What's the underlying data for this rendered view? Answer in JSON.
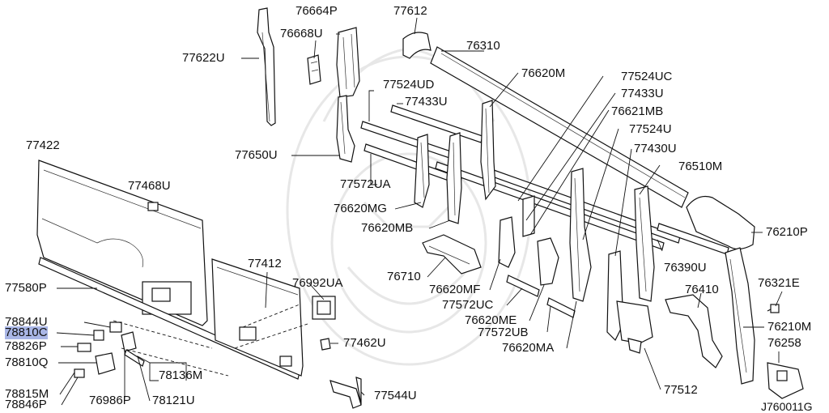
{
  "diagram": {
    "labels": {
      "p77622U": "77622U",
      "p76668U": "76668U",
      "p76664P": "76664P",
      "p77612": "77612",
      "p76310": "76310",
      "p76620M": "76620M",
      "p77524UC": "77524UC",
      "p77524UD": "77524UD",
      "p77433U_a": "77433U",
      "p77433U_b": "77433U",
      "p76621MB": "76621MB",
      "p77524U": "77524U",
      "p77430U": "77430U",
      "p76510M": "76510M",
      "p77650U": "77650U",
      "p77422": "77422",
      "p77572UA": "77572UA",
      "p77468U": "77468U",
      "p76620MG": "76620MG",
      "p76620MB": "76620MB",
      "p76210P": "76210P",
      "p76390U": "76390U",
      "p77412": "77412",
      "p76710": "76710",
      "p76992UA": "76992UA",
      "p76620MF": "76620MF",
      "p77580P": "77580P",
      "p76321E": "76321E",
      "p77572UC": "77572UC",
      "p76410": "76410",
      "p78844U": "78844U",
      "p78810C": "78810C",
      "p78826P": "78826P",
      "p76620ME": "76620ME",
      "p77572UB": "77572UB",
      "p76210M": "76210M",
      "p77462U": "77462U",
      "p76620MA": "76620MA",
      "p76258": "76258",
      "p78810Q": "78810Q",
      "p78136M": "78136M",
      "p77512": "77512",
      "p78815M": "78815M",
      "p77544U": "77544U",
      "p78846P": "78846P",
      "p76986P": "76986P",
      "p78121U": "78121U"
    },
    "highlighted_label": "78810C",
    "highlight_color": "#a9b6e6",
    "line_color": "#111111",
    "diagram_code": "J760011G"
  }
}
